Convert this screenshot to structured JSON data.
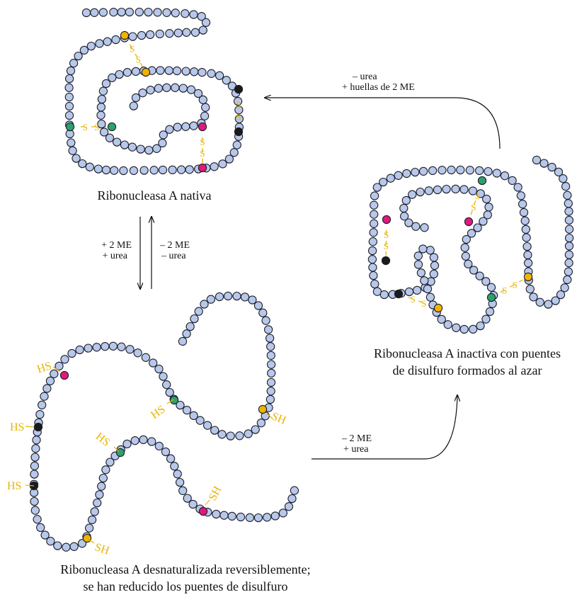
{
  "colors": {
    "residue": "#b7c8ea",
    "outline": "#1e1e2a",
    "cys_pair_1": "#f0b400",
    "cys_pair_2": "#2aa36b",
    "cys_pair_3": "#e0197d",
    "cys_pair_4": "#1a1a1a",
    "bond": "#e8b400"
  },
  "captions": {
    "native": "Ribonucleasa A nativa",
    "denatured_line1": "Ribonucleasa A desnaturalizada reversiblemente;",
    "denatured_line2": "se han reducido los puentes de disulfuro",
    "inactive_line1": "Ribonucleasa A inactiva con puentes",
    "inactive_line2": "de disulfuro formados al azar"
  },
  "arrows": {
    "denature_line1": "+ 2 ME",
    "denature_line2": "+ urea",
    "renature_line1": "– 2 ME",
    "renature_line2": "– urea",
    "reoxidize_line1": "– 2 ME",
    "reoxidize_line2": "+ urea",
    "shuffle_line1": "– urea",
    "shuffle_line2": "+ huellas de 2 ME"
  },
  "chemistry": {
    "sulfur": "S",
    "thiol_left": "HS",
    "thiol_right": "SH"
  }
}
